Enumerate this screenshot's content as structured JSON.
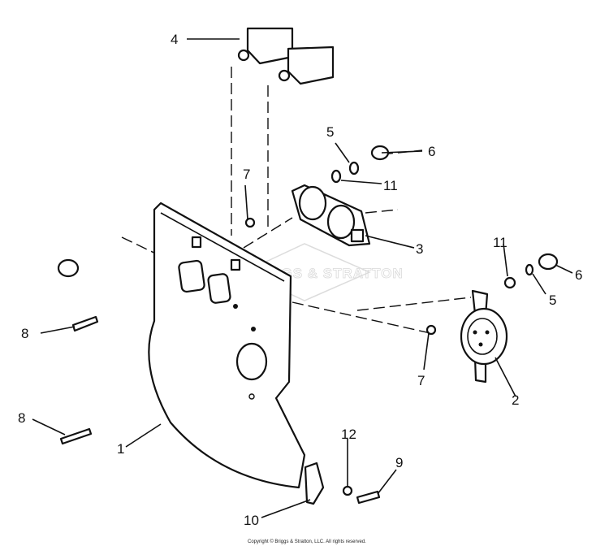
{
  "diagram": {
    "watermark": "BRIGGS & STRATTON",
    "copyright": "Copyright © Briggs & Stratton, LLC. All rights reserved.",
    "callouts": {
      "c1": "1",
      "c2": "2",
      "c3": "3",
      "c4": "4",
      "c5a": "5",
      "c5b": "5",
      "c6a": "6",
      "c6b": "6",
      "c7a": "7",
      "c7b": "7",
      "c8a": "8",
      "c8b": "8",
      "c9": "9",
      "c10": "10",
      "c11a": "11",
      "c11b": "11",
      "c12": "12"
    }
  }
}
